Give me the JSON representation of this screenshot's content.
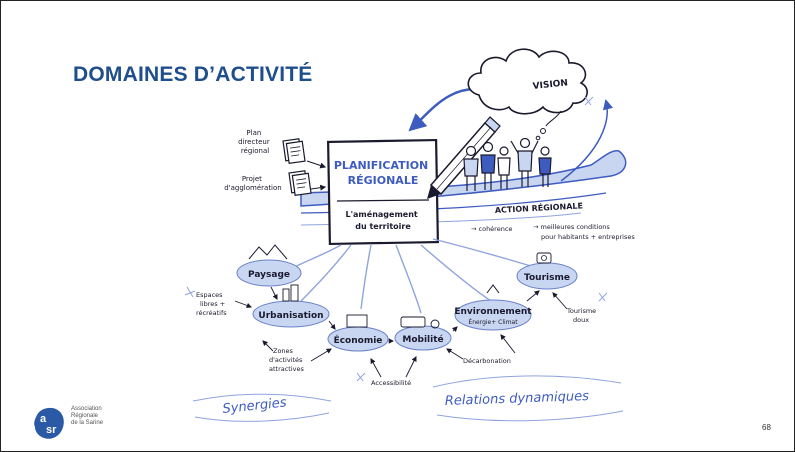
{
  "slide": {
    "title": "DOMAINES D’ACTIVITÉ",
    "page_number": "68"
  },
  "logo": {
    "letters": "asr",
    "line1": "Association",
    "line2": "Régionale",
    "line3": "de la Sarine"
  },
  "illustration": {
    "vision": "VISION",
    "plan_directeur": [
      "Plan",
      "directeur",
      "régional"
    ],
    "projet_agglo": [
      "Projet",
      "d'agglomération"
    ],
    "planification": [
      "PLANIFICATION",
      "RÉGIONALE"
    ],
    "amenagement": [
      "L'aménagement",
      "du territoire"
    ],
    "action_regionale": "ACTION RÉGIONALE",
    "coherence": "→ cohérence",
    "conditions": [
      "→ meilleures conditions",
      "pour habitants + entreprises"
    ],
    "paysage": "Paysage",
    "urbanisation": "Urbanisation",
    "economie": "Économie",
    "mobilite": "Mobilité",
    "environnement": "Environnement",
    "energie_climat": "Énergie+ Climat",
    "tourisme": "Tourisme",
    "espaces": [
      "Espaces",
      "libres +",
      "récréatifs"
    ],
    "zones": [
      "Zones",
      "d'activités",
      "attractives"
    ],
    "accessibilite": "Accessibilité",
    "decarbonation": "Décarbonation",
    "tourisme_doux": [
      "Tourisme",
      "doux"
    ],
    "synergies": "Synergies",
    "relations": "Relations dynamiques",
    "colors": {
      "title": "#1f4e8c",
      "bubble": "#c9d6f2",
      "bubble_stroke": "#6a82c8",
      "ink": "#1a1a2e",
      "accent_blue": "#3e5cc0"
    }
  }
}
